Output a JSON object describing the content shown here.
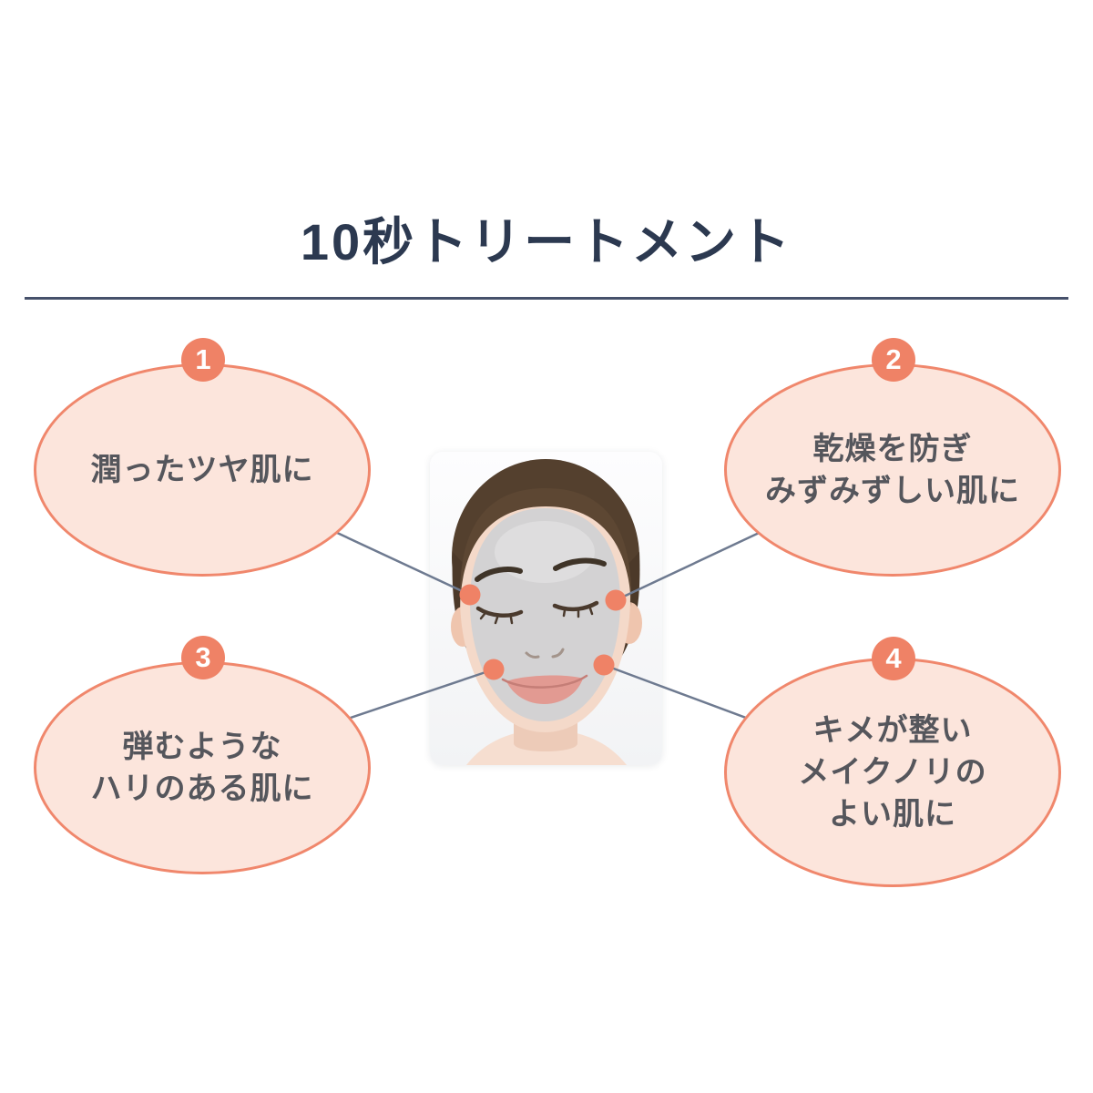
{
  "title": {
    "text": "10秒トリートメント"
  },
  "bubbles": [
    {
      "number": "1",
      "lines": [
        "潤ったツヤ肌に"
      ]
    },
    {
      "number": "2",
      "lines": [
        "乾燥を防ぎ",
        "みずみずしい肌に"
      ]
    },
    {
      "number": "3",
      "lines": [
        "弾むような",
        "ハリのある肌に"
      ]
    },
    {
      "number": "4",
      "lines": [
        "キメが整い",
        "メイクノリの",
        "よい肌に"
      ]
    }
  ],
  "photo": {
    "name": "woman-face-with-gray-clay-mask",
    "marker_count": 4
  },
  "colors": {
    "title_text": "#2c3950",
    "divider": "#46516b",
    "bubble_fill": "#fce5dc",
    "bubble_border": "#f0876c",
    "badge": "#ef8266",
    "badge_text": "#ffffff",
    "bubble_text": "#55565c",
    "connector": "#6e7a90",
    "dot": "#ef8266",
    "page_bg": "#ffffff"
  }
}
